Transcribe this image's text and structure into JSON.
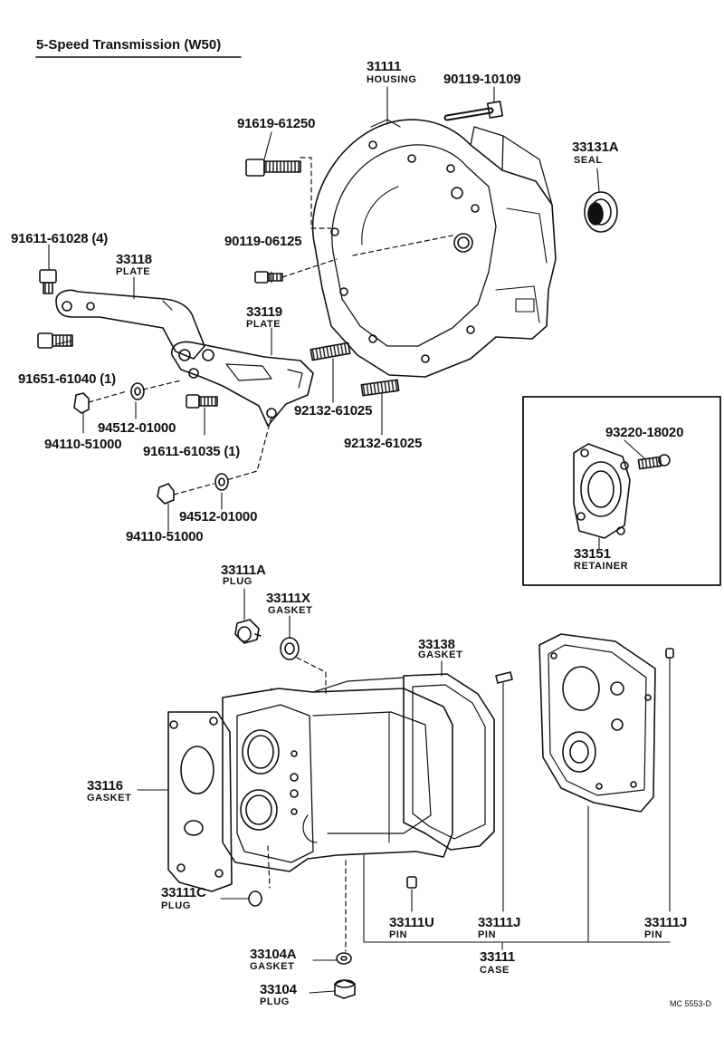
{
  "title": "5-Speed Transmission (W50)",
  "figure_code": "MC 5553-D",
  "parts": {
    "housing": {
      "no": "31111",
      "name": "HOUSING"
    },
    "bolt_90119_10109": {
      "no": "90119-10109"
    },
    "bolt_91619_61250": {
      "no": "91619-61250"
    },
    "seal": {
      "no": "33131A",
      "name": "SEAL"
    },
    "bolt_91611_61028": {
      "no": "91611-61028 (4)"
    },
    "plate_33118": {
      "no": "33118",
      "name": "PLATE"
    },
    "bolt_90119_06125": {
      "no": "90119-06125"
    },
    "plate_33119": {
      "no": "33119",
      "name": "PLATE"
    },
    "bolt_91651_61040": {
      "no": "91651-61040 (1)"
    },
    "washer_94512_a": {
      "no": "94512-01000"
    },
    "nut_94110_a": {
      "no": "94110-51000"
    },
    "stud_92132_a": {
      "no": "92132-61025"
    },
    "stud_92132_b": {
      "no": "92132-61025"
    },
    "bolt_91611_61035": {
      "no": "91611-61035 (1)"
    },
    "washer_94512_b": {
      "no": "94512-01000"
    },
    "nut_94110_b": {
      "no": "94110-51000"
    },
    "bolt_93220": {
      "no": "93220-18020"
    },
    "retainer": {
      "no": "33151",
      "name": "RETAINER"
    },
    "plug_33111A": {
      "no": "33111A",
      "name": "PLUG"
    },
    "gasket_33111X": {
      "no": "33111X",
      "name": "GASKET"
    },
    "gasket_33138": {
      "no": "33138",
      "name": "GASKET"
    },
    "gasket_33116": {
      "no": "33116",
      "name": "GASKET"
    },
    "plug_33111C": {
      "no": "33111C",
      "name": "PLUG"
    },
    "pin_33111U": {
      "no": "33111U",
      "name": "PIN"
    },
    "pin_33111J_a": {
      "no": "33111J",
      "name": "PIN"
    },
    "pin_33111J_b": {
      "no": "33111J",
      "name": "PIN"
    },
    "case": {
      "no": "33111",
      "name": "CASE"
    },
    "gasket_33104A": {
      "no": "33104A",
      "name": "GASKET"
    },
    "plug_33104": {
      "no": "33104",
      "name": "PLUG"
    }
  }
}
